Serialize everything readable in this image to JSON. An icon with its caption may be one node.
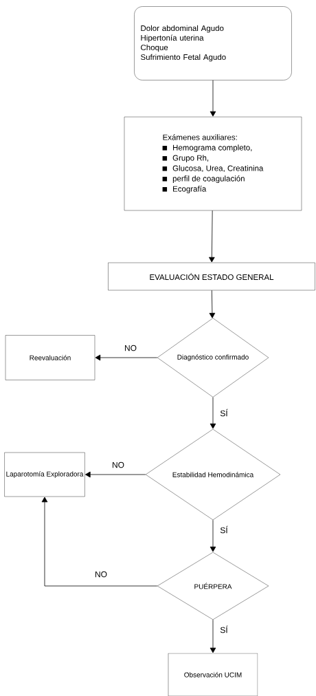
{
  "diagram": {
    "nodes": [
      {
        "text": [
          "Dolor abdominal Agudo",
          "Hipertonía uterina",
          "Choque",
          "Sufrimiento Fetal Agudo"
        ]
      },
      {
        "text": [
          "Exámenes auxiliares:",
          "Hemograma completo,",
          "Grupo Rh,",
          "Glucosa, Urea, Creatinina",
          "perfil de coagulación",
          "Ecografía"
        ]
      },
      {
        "text": [
          "EVALUACIÓN ESTADO GENERAL"
        ]
      },
      {
        "text": [
          "Diagnóstico confirmado"
        ]
      },
      {
        "text": [
          "Reevaluación"
        ]
      },
      {
        "text": [
          "Estabilidad Hemodinámica"
        ]
      },
      {
        "text": [
          "Laparotomía Exploradora"
        ]
      },
      {
        "text": [
          "PUÉRPERA"
        ]
      },
      {
        "text": [
          "Observación UCIM"
        ]
      }
    ],
    "edges": [
      {
        "from": 0,
        "to": 1,
        "arrow": "to"
      },
      {
        "from": 1,
        "to": 2,
        "arrow": "to"
      },
      {
        "from": 2,
        "to": 3,
        "arrow": "to"
      },
      {
        "from": 3,
        "to": 4,
        "arrow": "to",
        "label": "NO"
      },
      {
        "from": 3,
        "to": 5,
        "arrow": "to",
        "label": "SÍ"
      },
      {
        "from": 5,
        "to": 6,
        "arrow": "to",
        "label": "NO"
      },
      {
        "from": 5,
        "to": 7,
        "arrow": "to",
        "label": "SÍ"
      },
      {
        "from": 7,
        "to": 6,
        "arrow": "to",
        "label": "NO"
      },
      {
        "from": 7,
        "to": 8,
        "arrow": "to",
        "label": "SÍ"
      }
    ]
  }
}
